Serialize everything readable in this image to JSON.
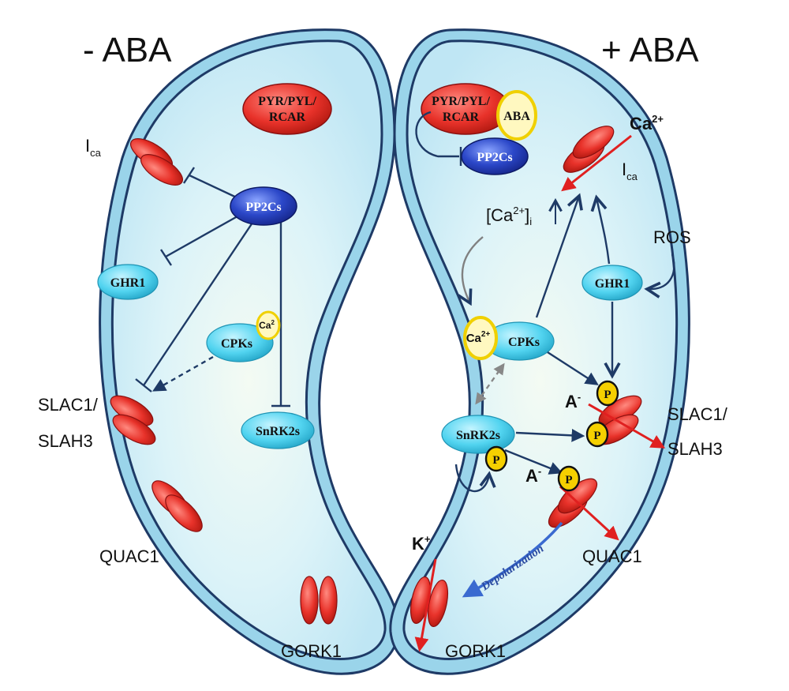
{
  "panels": {
    "left_title": "- ABA",
    "right_title": "+ ABA"
  },
  "left_cell": {
    "receptor": [
      "PYR/PYL/",
      "RCAR"
    ],
    "ica": "I",
    "ica_sub": "ca",
    "pp2cs": "PP2Cs",
    "ghr1": "GHR1",
    "cpks": "CPKs",
    "ca_badge": "Ca",
    "ca_badge_sup": "2",
    "slac": [
      "SLAC1/",
      "SLAH3"
    ],
    "snrk2s": "SnRK2s",
    "quac1": "QUAC1",
    "gork1": "GORK1"
  },
  "right_cell": {
    "receptor": [
      "PYR/PYL/",
      "RCAR"
    ],
    "aba": "ABA",
    "pp2cs": "PP2Cs",
    "ca_ion": "Ca",
    "ca_ion_sup": "2+",
    "ica": "I",
    "ica_sub": "ca",
    "ca_i_open": "[Ca",
    "ca_i_sup": "2+",
    "ca_i_close": "]",
    "ca_i_sub": "i",
    "ros": "ROS",
    "ghr1": "GHR1",
    "cpks": "CPKs",
    "ca_badge": "Ca",
    "ca_badge_sup": "2+",
    "snrk2s": "SnRK2s",
    "p": "P",
    "anion": "A",
    "anion_sup": "-",
    "slac": [
      "SLAC1/",
      "SLAH3"
    ],
    "depolarization": "Depolarization",
    "k_ion": "K",
    "k_ion_sup": "+",
    "quac1": "QUAC1",
    "gork1": "GORK1"
  },
  "colors": {
    "membrane": "#1e3a66",
    "cytoplasm": "#d2f0f8",
    "channel": "#e8322a",
    "pp2c": "#2b47c8",
    "cyan_protein": "#52d4f0",
    "phospho": "#f5d000",
    "arrow_dark": "#1e3a66",
    "ion_arrow": "#e02020"
  }
}
